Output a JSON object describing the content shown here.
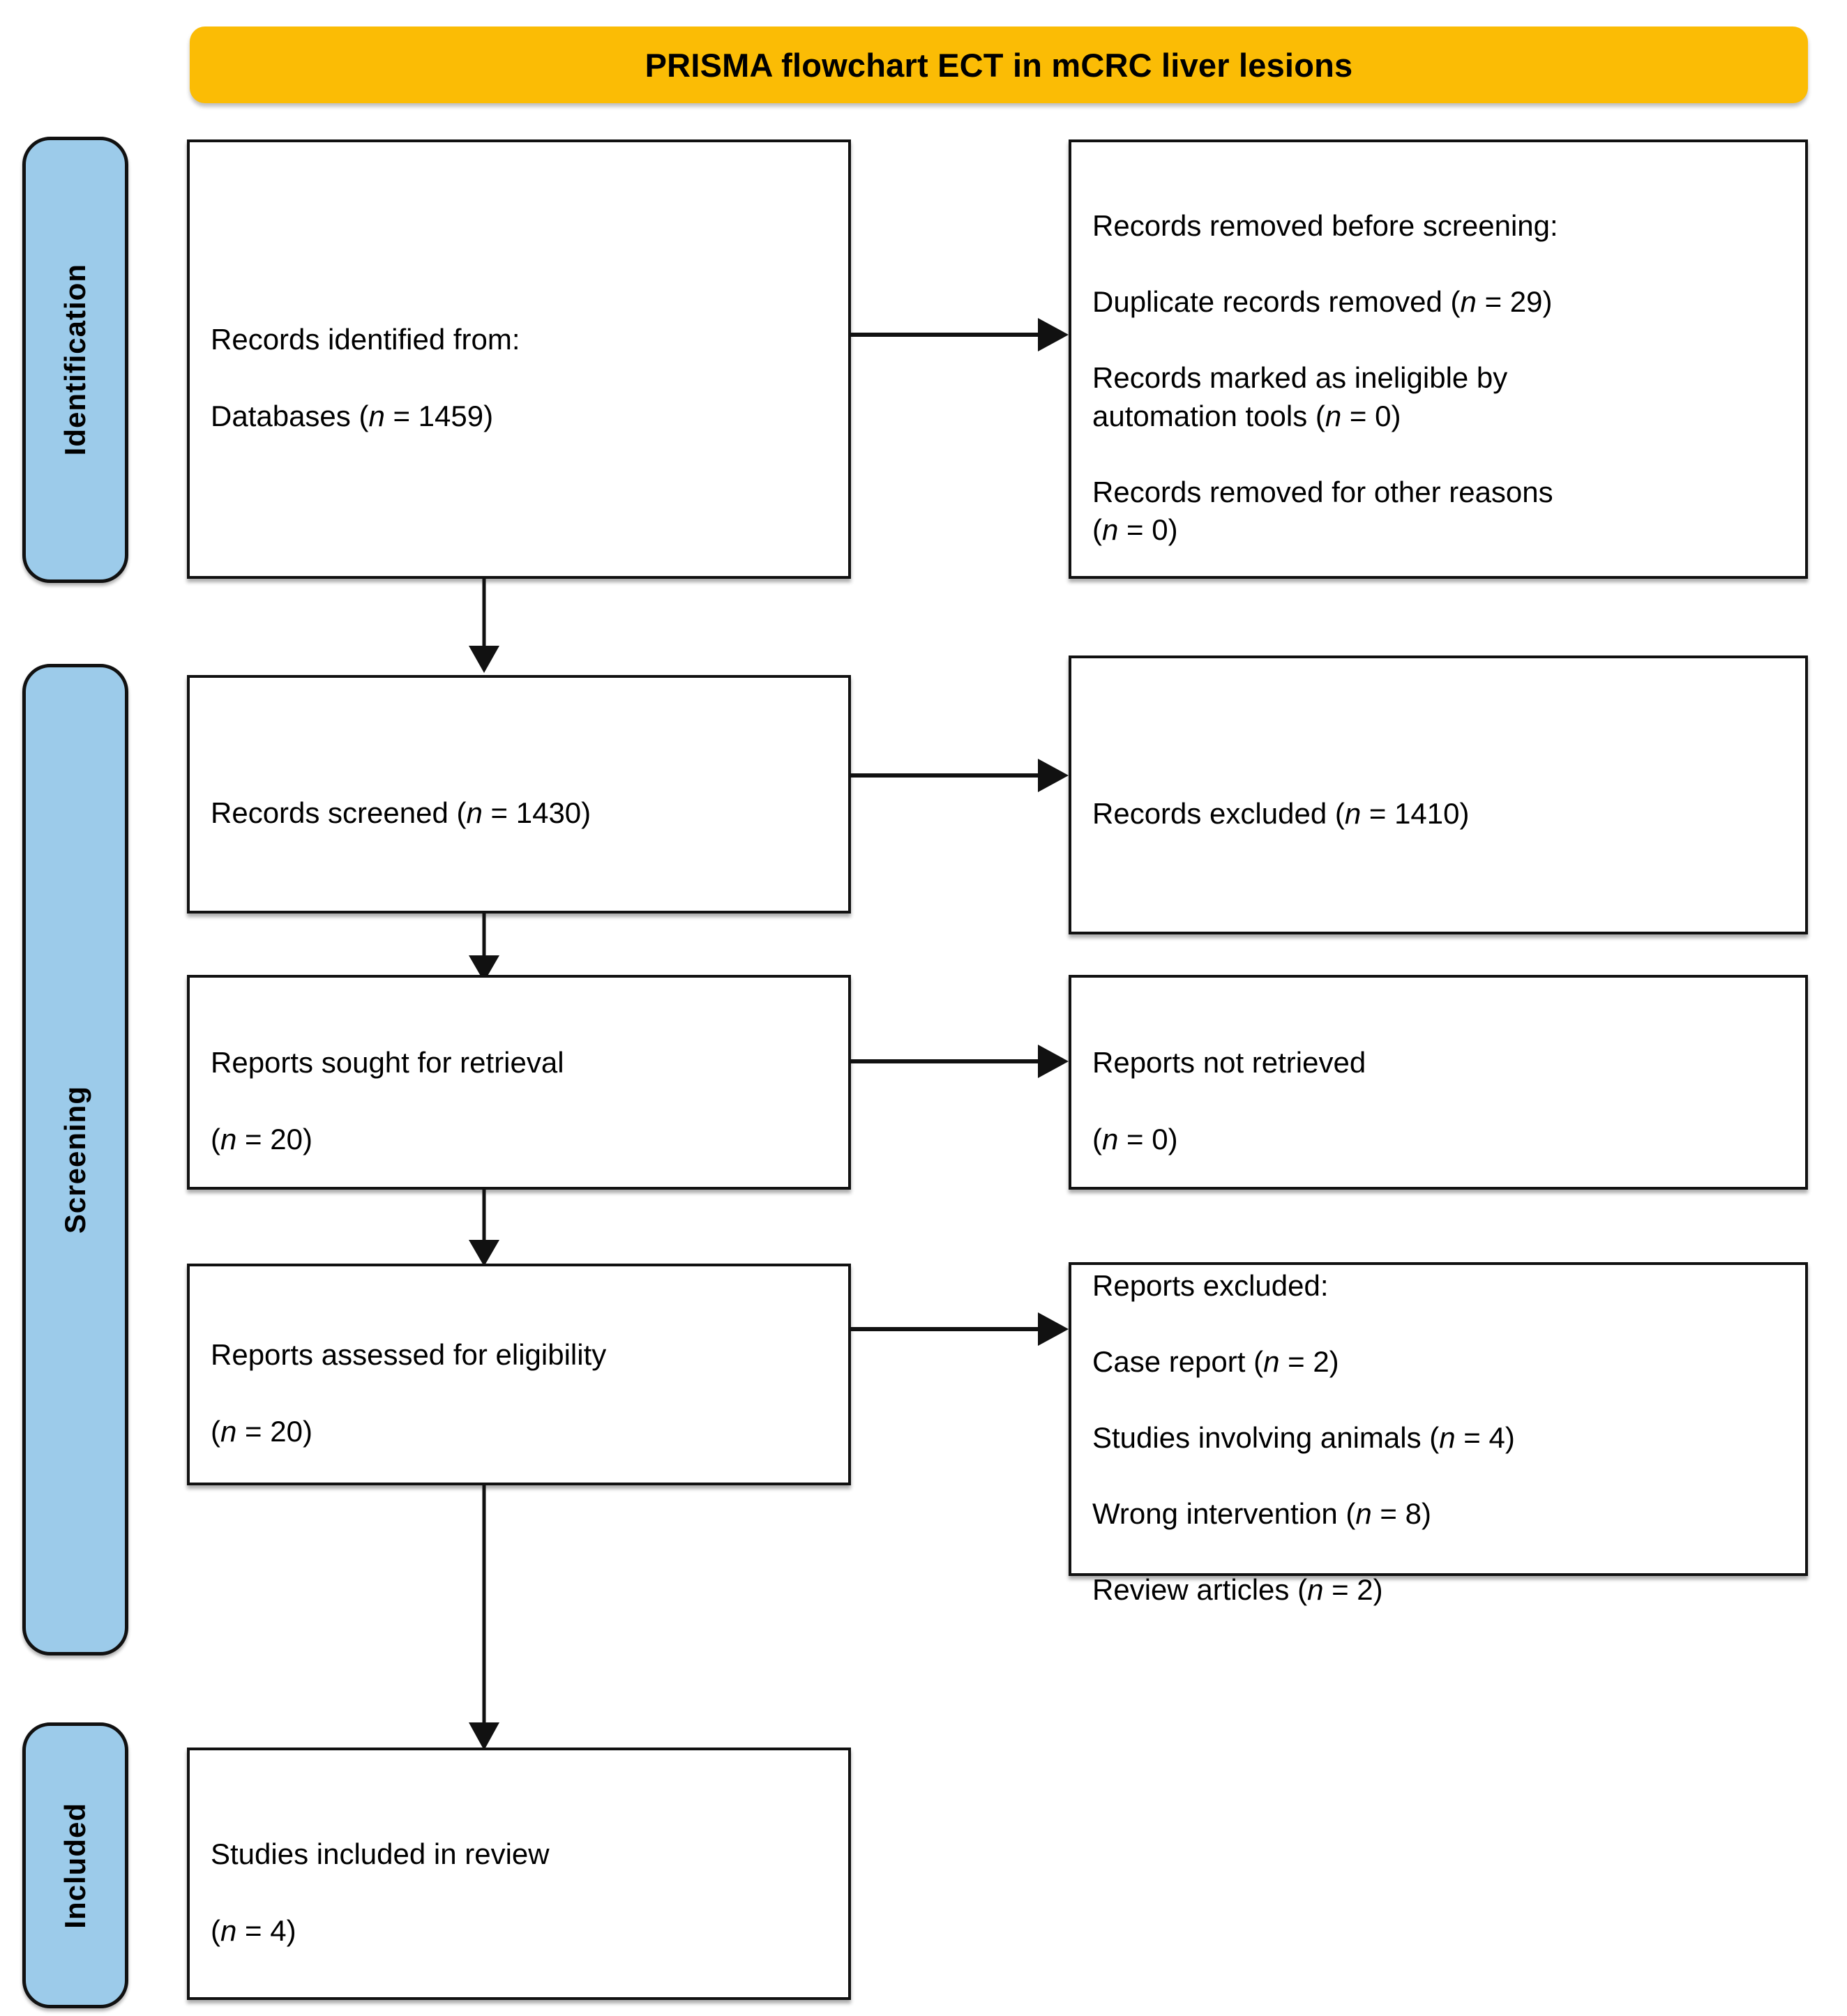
{
  "title": {
    "text": "PRISMA flowchart ECT in mCRC liver lesions",
    "background_color": "#FBBC05"
  },
  "phases": [
    {
      "id": "identification",
      "label": "Identification",
      "color": "#9CCBEA"
    },
    {
      "id": "screening",
      "label": "Screening",
      "color": "#9CCBEA"
    },
    {
      "id": "included",
      "label": "Included",
      "color": "#9CCBEA"
    }
  ],
  "boxes": {
    "records_identified": {
      "line1": "Records identified from:",
      "line2_prefix": "Databases (",
      "n_italic": "n",
      "line2_suffix": " = 1459)",
      "count": 1459
    },
    "records_removed": {
      "heading": "Records removed before screening:",
      "items": [
        {
          "label_prefix": "Duplicate records removed (",
          "n_italic": "n",
          "label_suffix": " = 29)",
          "count": 29
        },
        {
          "label_prefix": "Records marked as ineligible by\nautomation tools (",
          "n_italic": "n",
          "label_suffix": " = 0)",
          "count": 0
        },
        {
          "label_prefix": "Records removed for other reasons\n(",
          "n_italic": "n",
          "label_suffix": " = 0)",
          "count": 0
        }
      ]
    },
    "records_screened": {
      "label_prefix": "Records screened (",
      "n_italic": "n",
      "label_suffix": " = 1430)",
      "count": 1430
    },
    "records_excluded": {
      "label_prefix": "Records excluded (",
      "n_italic": "n",
      "label_suffix": " = 1410)",
      "count": 1410
    },
    "reports_sought": {
      "line1": "Reports sought for retrieval",
      "line2_prefix": "(",
      "n_italic": "n",
      "line2_suffix": " = 20)",
      "count": 20
    },
    "reports_not_retrieved": {
      "line1": "Reports not retrieved",
      "line2_prefix": "(",
      "n_italic": "n",
      "line2_suffix": " = 0)",
      "count": 0
    },
    "reports_assessed": {
      "line1": "Reports assessed for eligibility",
      "line2_prefix": "(",
      "n_italic": "n",
      "line2_suffix": " = 20)",
      "count": 20
    },
    "reports_excluded": {
      "heading": "Reports excluded:",
      "items": [
        {
          "label_prefix": "Case report (",
          "n_italic": "n",
          "label_suffix": " = 2)",
          "count": 2
        },
        {
          "label_prefix": "Studies involving animals (",
          "n_italic": "n",
          "label_suffix": " = 4)",
          "count": 4
        },
        {
          "label_prefix": "Wrong intervention (",
          "n_italic": "n",
          "label_suffix": " = 8)",
          "count": 8
        },
        {
          "label_prefix": "Review articles (",
          "n_italic": "n",
          "label_suffix": " = 2)",
          "count": 2
        }
      ]
    },
    "studies_included": {
      "line1": "Studies included in review",
      "line2_prefix": "(",
      "n_italic": "n",
      "line2_suffix": " = 4)",
      "count": 4
    }
  },
  "chart_data": {
    "type": "diagram",
    "title": "PRISMA flowchart ECT in mCRC liver lesions",
    "stages": [
      {
        "phase": "Identification",
        "node": "Records identified from: Databases",
        "n": 1459
      },
      {
        "phase": "Identification",
        "node": "Duplicate records removed",
        "n": 29
      },
      {
        "phase": "Identification",
        "node": "Records marked as ineligible by automation tools",
        "n": 0
      },
      {
        "phase": "Identification",
        "node": "Records removed for other reasons",
        "n": 0
      },
      {
        "phase": "Screening",
        "node": "Records screened",
        "n": 1430
      },
      {
        "phase": "Screening",
        "node": "Records excluded",
        "n": 1410
      },
      {
        "phase": "Screening",
        "node": "Reports sought for retrieval",
        "n": 20
      },
      {
        "phase": "Screening",
        "node": "Reports not retrieved",
        "n": 0
      },
      {
        "phase": "Screening",
        "node": "Reports assessed for eligibility",
        "n": 20
      },
      {
        "phase": "Screening",
        "node": "Reports excluded: Case report",
        "n": 2
      },
      {
        "phase": "Screening",
        "node": "Reports excluded: Studies involving animals",
        "n": 4
      },
      {
        "phase": "Screening",
        "node": "Reports excluded: Wrong intervention",
        "n": 8
      },
      {
        "phase": "Screening",
        "node": "Reports excluded: Review articles",
        "n": 2
      },
      {
        "phase": "Included",
        "node": "Studies included in review",
        "n": 4
      }
    ]
  }
}
